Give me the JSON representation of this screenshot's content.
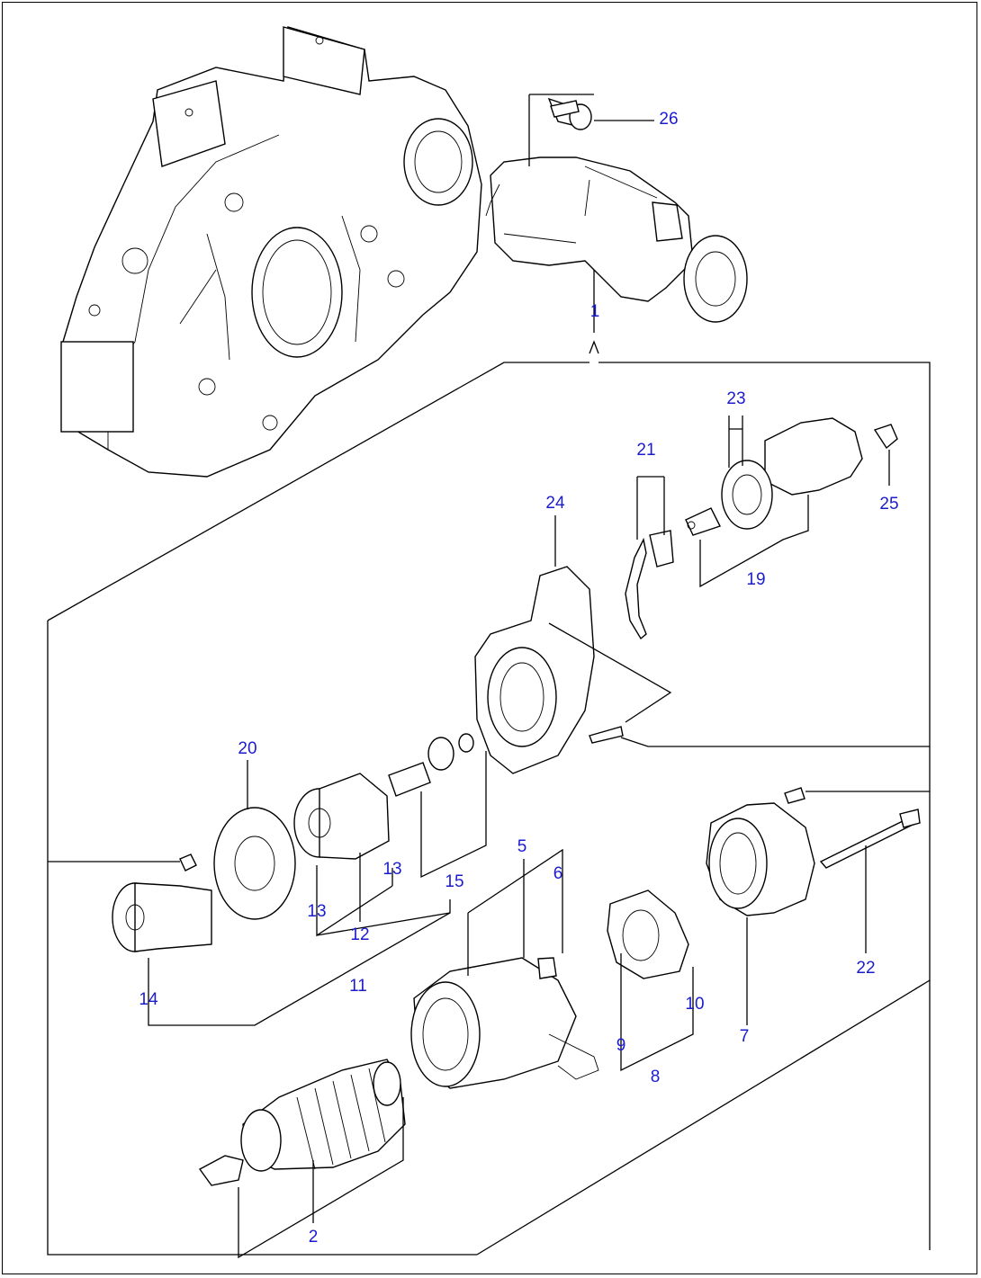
{
  "diagram": {
    "callouts": {
      "c1": "1",
      "c2": "2",
      "c5": "5",
      "c6": "6",
      "c7": "7",
      "c8": "8",
      "c9": "9",
      "c10": "10",
      "c11": "11",
      "c12": "12",
      "c13a": "13",
      "c13b": "13",
      "c14": "14",
      "c15": "15",
      "c19": "19",
      "c20": "20",
      "c21": "21",
      "c22": "22",
      "c23": "23",
      "c24": "24",
      "c25": "25",
      "c26": "26"
    },
    "callout_color": "#1c1ccf",
    "line_color": "#000000"
  }
}
